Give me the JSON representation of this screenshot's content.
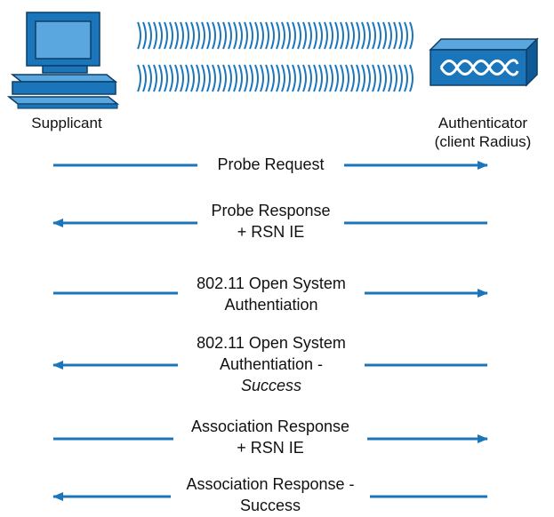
{
  "nodes": {
    "left": {
      "label": "Supplicant",
      "icon": "computer-icon"
    },
    "right": {
      "label_line1": "Authenticator",
      "label_line2": "(client Radius)",
      "icon": "access-point-icon"
    }
  },
  "colors": {
    "arrow": "#1b75bb",
    "device": "#1b75bb",
    "wave": "#1b75bb"
  },
  "messages": [
    {
      "lines": [
        "Probe Request"
      ],
      "direction": "right"
    },
    {
      "lines": [
        "Probe Response",
        "+ RSN IE"
      ],
      "direction": "left"
    },
    {
      "lines": [
        "802.11 Open System",
        "Authentiation"
      ],
      "direction": "right"
    },
    {
      "lines": [
        "802.11 Open System",
        "Authentiation -",
        "Success"
      ],
      "direction": "left",
      "italic_last": true
    },
    {
      "lines": [
        "Association Response",
        "+ RSN IE"
      ],
      "direction": "right"
    },
    {
      "lines": [
        "Association Response -",
        "Success"
      ],
      "direction": "left"
    }
  ]
}
